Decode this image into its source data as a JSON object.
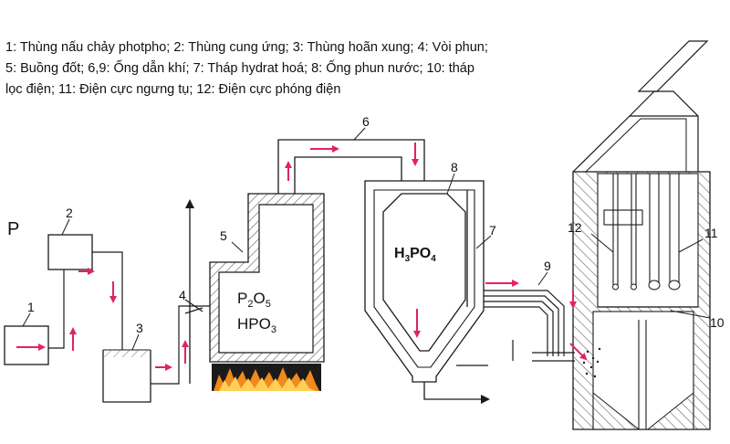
{
  "legend": {
    "line1": "1: Thùng nấu chảy photpho; 2: Thùng cung ứng; 3: Thùng hoãn xung; 4: Vòi phun;",
    "line2": "5: Buồng đốt; 6,9: Ống dẫn khí; 7: Tháp hydrat hoá; 8: Ống phun nước; 10: tháp",
    "line3": "lọc điện; 11: Điện cực ngưng tụ; 12: Điện cực phóng điện"
  },
  "labels": {
    "p": "P",
    "n1": "1",
    "n2": "2",
    "n3": "3",
    "n4": "4",
    "n5": "5",
    "n6": "6",
    "n7": "7",
    "n8": "8",
    "n9": "9",
    "n10": "10",
    "n11": "11",
    "n12": "12"
  },
  "chemicals": {
    "p2o5_base": "P",
    "p2o5_sub1": "2",
    "p2o5_mid": "O",
    "p2o5_sub2": "5",
    "hpo3_base": "HPO",
    "hpo3_sub": "3",
    "h3po4_h": "H",
    "h3po4_sub3": "3",
    "h3po4_po": "PO",
    "h3po4_sub4": "4"
  },
  "colors": {
    "line": "#1a1a1a",
    "arrow": "#e0245e",
    "hatch": "#555555",
    "flame_base": "#1a1a1a",
    "flame": "#f08a1c"
  }
}
